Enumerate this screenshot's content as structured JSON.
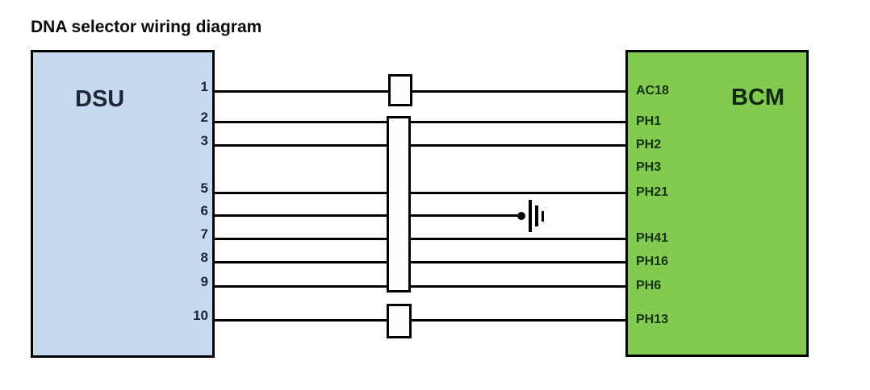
{
  "title": "DNA selector wiring diagram",
  "left_box": {
    "label": "DSU"
  },
  "right_box": {
    "label": "BCM"
  },
  "connections": [
    {
      "dsu_pin": "1",
      "bcm_pin": "AC18",
      "wire": true,
      "to_ground": false
    },
    {
      "dsu_pin": "2",
      "bcm_pin": "PH1",
      "wire": true,
      "to_ground": false
    },
    {
      "dsu_pin": "3",
      "bcm_pin": "PH2",
      "wire": true,
      "to_ground": false
    },
    {
      "dsu_pin": "",
      "bcm_pin": "PH3",
      "wire": false,
      "to_ground": false
    },
    {
      "dsu_pin": "5",
      "bcm_pin": "PH21",
      "wire": true,
      "to_ground": false
    },
    {
      "dsu_pin": "6",
      "bcm_pin": "",
      "wire": true,
      "to_ground": true
    },
    {
      "dsu_pin": "7",
      "bcm_pin": "PH41",
      "wire": true,
      "to_ground": false
    },
    {
      "dsu_pin": "8",
      "bcm_pin": "PH16",
      "wire": true,
      "to_ground": false
    },
    {
      "dsu_pin": "9",
      "bcm_pin": "PH6",
      "wire": true,
      "to_ground": false
    },
    {
      "dsu_pin": "10",
      "bcm_pin": "PH13",
      "wire": true,
      "to_ground": false
    }
  ],
  "ground_symbol": "chassis-ground",
  "colors": {
    "dsu_fill": "#c7d9f1",
    "bcm_fill": "#82ca50",
    "wire": "#000000"
  }
}
